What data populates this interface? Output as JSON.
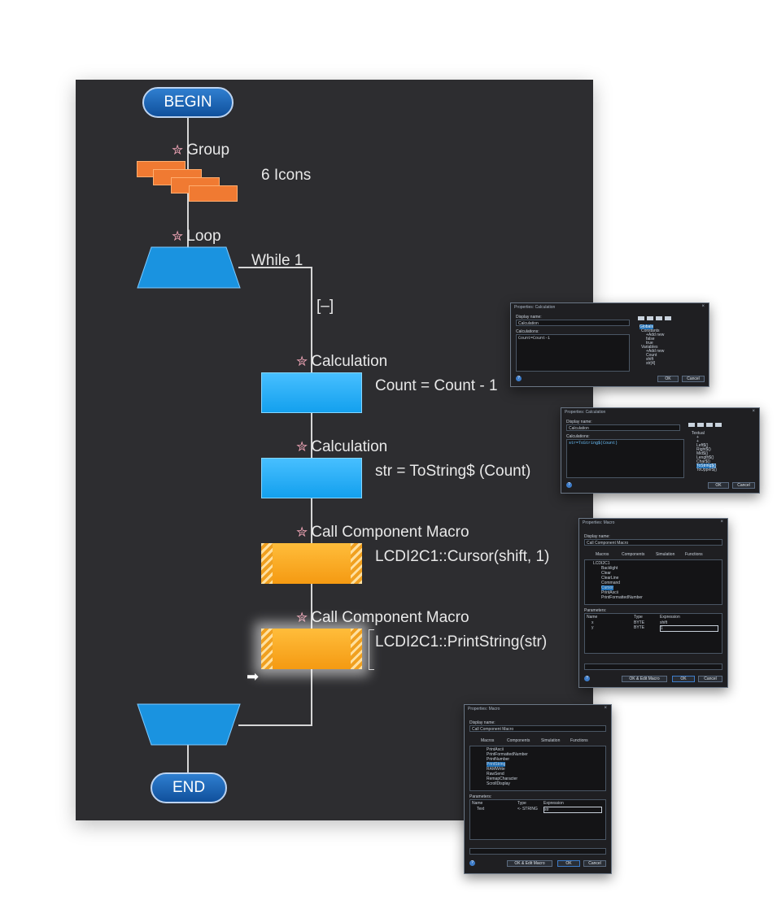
{
  "flowchart": {
    "begin": "BEGIN",
    "end": "END",
    "group_label": "Group",
    "group_count": "6 Icons",
    "loop_label": "Loop",
    "loop_condition": "While 1",
    "collapse": "[–]",
    "calc1_label": "Calculation",
    "calc1_expr": "Count = Count - 1",
    "calc2_label": "Calculation",
    "calc2_expr": "str = ToString$ (Count)",
    "macro1_label": "Call Component Macro",
    "macro1_expr": "LCDI2C1::Cursor(shift, 1)",
    "macro2_label": "Call Component Macro",
    "macro2_expr": "LCDI2C1::PrintString(str)"
  },
  "dialog_calc1": {
    "title": "Properties: Calculation",
    "display_name_label": "Display name:",
    "display_name": "Calculation",
    "calculations_label": "Calculations:",
    "code": "Count=Count-1",
    "tree": [
      "Globals",
      "Constants",
      "+Add new",
      "false",
      "true",
      "Variables",
      "+Add new",
      "Count",
      "shift",
      "str[4]"
    ],
    "ok": "OK",
    "cancel": "Cancel"
  },
  "dialog_calc2": {
    "title": "Properties: Calculation",
    "display_name_label": "Display name:",
    "display_name": "Calculation",
    "calculations_label": "Calculations:",
    "code": "str=ToString$(Count)",
    "tree": [
      "Textual",
      "+",
      "+",
      "Left$()",
      "Right$()",
      "Mid$()",
      "Length$()",
      "Char$()",
      "ToString$()",
      "ToUpper$()"
    ],
    "ok": "OK",
    "cancel": "Cancel"
  },
  "dialog_macro1": {
    "title": "Properties: Macro",
    "display_name_label": "Display name:",
    "display_name": "Call Component Macro",
    "tabs": [
      "Macros",
      "Components",
      "Simulation",
      "Functions"
    ],
    "tree_root": "LCDI2C1",
    "items": [
      "Backlight",
      "Clear",
      "ClearLine",
      "Command",
      "Cursor",
      "PrintAscii",
      "PrintFormattedNumber"
    ],
    "selected": "Cursor",
    "params_label": "Parameters:",
    "col_name": "Name",
    "col_type": "Type",
    "col_expr": "Expression",
    "params": [
      {
        "name": "x",
        "type": "BYTE",
        "expr": "shift"
      },
      {
        "name": "y",
        "type": "BYTE",
        "expr": "1"
      }
    ],
    "edit_macro": "OK & Edit Macro",
    "ok": "OK",
    "cancel": "Cancel"
  },
  "dialog_macro2": {
    "title": "Properties: Macro",
    "display_name_label": "Display name:",
    "display_name": "Call Component Macro",
    "tabs": [
      "Macros",
      "Components",
      "Simulation",
      "Functions"
    ],
    "items": [
      "PrintAscii",
      "PrintFormattedNumber",
      "PrintNumber",
      "PrintString",
      "RAMWrite",
      "RawSend",
      "RemapCharacter",
      "ScrollDisplay"
    ],
    "selected": "PrintString",
    "params_label": "Parameters:",
    "col_name": "Name",
    "col_type": "Type",
    "col_expr": "Expression",
    "params": [
      {
        "name": "Text",
        "type": "<- STRING",
        "expr": "str"
      }
    ],
    "edit_macro": "OK & Edit Macro",
    "ok": "OK",
    "cancel": "Cancel"
  }
}
